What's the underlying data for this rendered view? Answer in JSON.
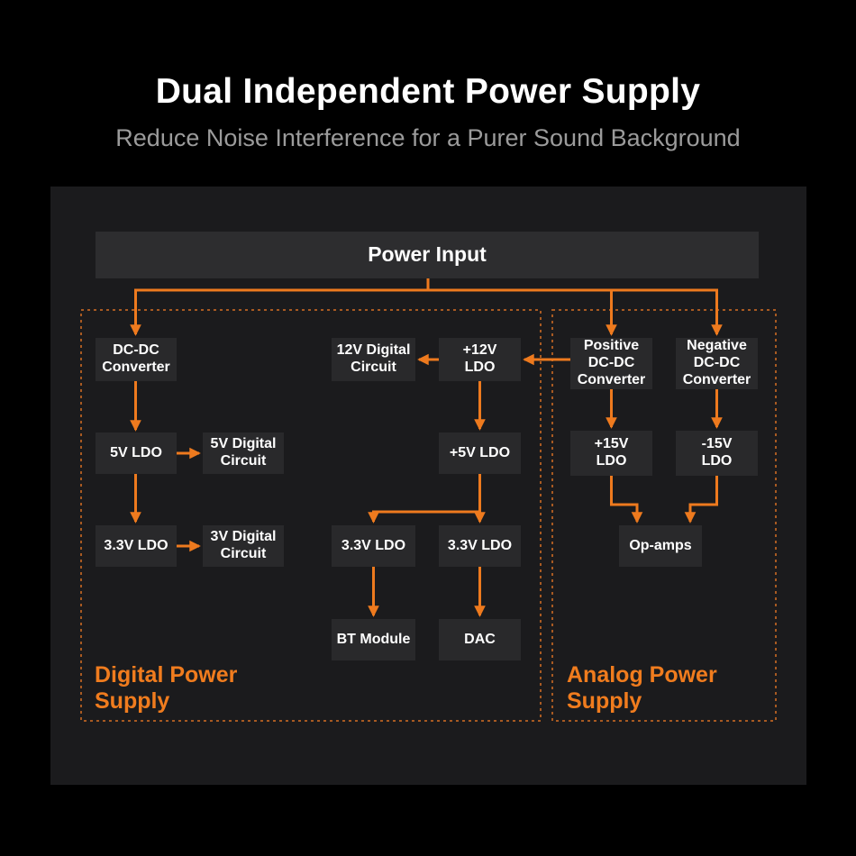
{
  "colors": {
    "page_bg": "#000000",
    "panel_bg": "#1b1b1d",
    "node_bg": "#29292b",
    "power_input_bg": "#2d2d2f",
    "accent_orange": "#ee7a1e",
    "section_border_orange": "#a85a22",
    "title_color": "#ffffff",
    "subtitle_color": "#9b9b9b"
  },
  "header": {
    "title": "Dual Independent Power Supply",
    "subtitle": "Reduce Noise Interference for a Purer Sound Background"
  },
  "diagram": {
    "power_input": "Power Input",
    "sections": {
      "digital": {
        "label": "Digital Power\nSupply"
      },
      "analog": {
        "label": "Analog Power\nSupply"
      }
    },
    "nodes": {
      "dcdc_converter": "DC-DC\nConverter",
      "ldo_5v": "5V LDO",
      "circuit_5v": "5V Digital\nCircuit",
      "ldo_3v3": "3.3V LDO",
      "circuit_3v": "3V Digital\nCircuit",
      "circuit_12v": "12V Digital\nCircuit",
      "ldo_12v": "+12V\nLDO",
      "ldo_5v_pos": "+5V LDO",
      "ldo_3v3_a": "3.3V LDO",
      "ldo_3v3_b": "3.3V LDO",
      "bt_module": "BT Module",
      "dac": "DAC",
      "pos_dcdc": "Positive\nDC-DC\nConverter",
      "neg_dcdc": "Negative\nDC-DC\nConverter",
      "ldo_15v_pos": "+15V\nLDO",
      "ldo_15v_neg": "-15V\nLDO",
      "opamps": "Op-amps"
    },
    "edges": [
      {
        "from": "power_input",
        "to": "dcdc_converter"
      },
      {
        "from": "power_input",
        "to": "pos_dcdc"
      },
      {
        "from": "power_input",
        "to": "neg_dcdc"
      },
      {
        "from": "dcdc_converter",
        "to": "ldo_5v"
      },
      {
        "from": "ldo_5v",
        "to": "circuit_5v"
      },
      {
        "from": "ldo_5v",
        "to": "ldo_3v3"
      },
      {
        "from": "ldo_3v3",
        "to": "circuit_3v"
      },
      {
        "from": "pos_dcdc",
        "to": "ldo_12v"
      },
      {
        "from": "ldo_12v",
        "to": "circuit_12v"
      },
      {
        "from": "ldo_12v",
        "to": "ldo_5v_pos"
      },
      {
        "from": "ldo_5v_pos",
        "to": "ldo_3v3_a"
      },
      {
        "from": "ldo_5v_pos",
        "to": "ldo_3v3_b"
      },
      {
        "from": "ldo_3v3_a",
        "to": "bt_module"
      },
      {
        "from": "ldo_3v3_b",
        "to": "dac"
      },
      {
        "from": "pos_dcdc",
        "to": "ldo_15v_pos"
      },
      {
        "from": "neg_dcdc",
        "to": "ldo_15v_neg"
      },
      {
        "from": "ldo_15v_pos",
        "to": "opamps"
      },
      {
        "from": "ldo_15v_neg",
        "to": "opamps"
      }
    ]
  }
}
